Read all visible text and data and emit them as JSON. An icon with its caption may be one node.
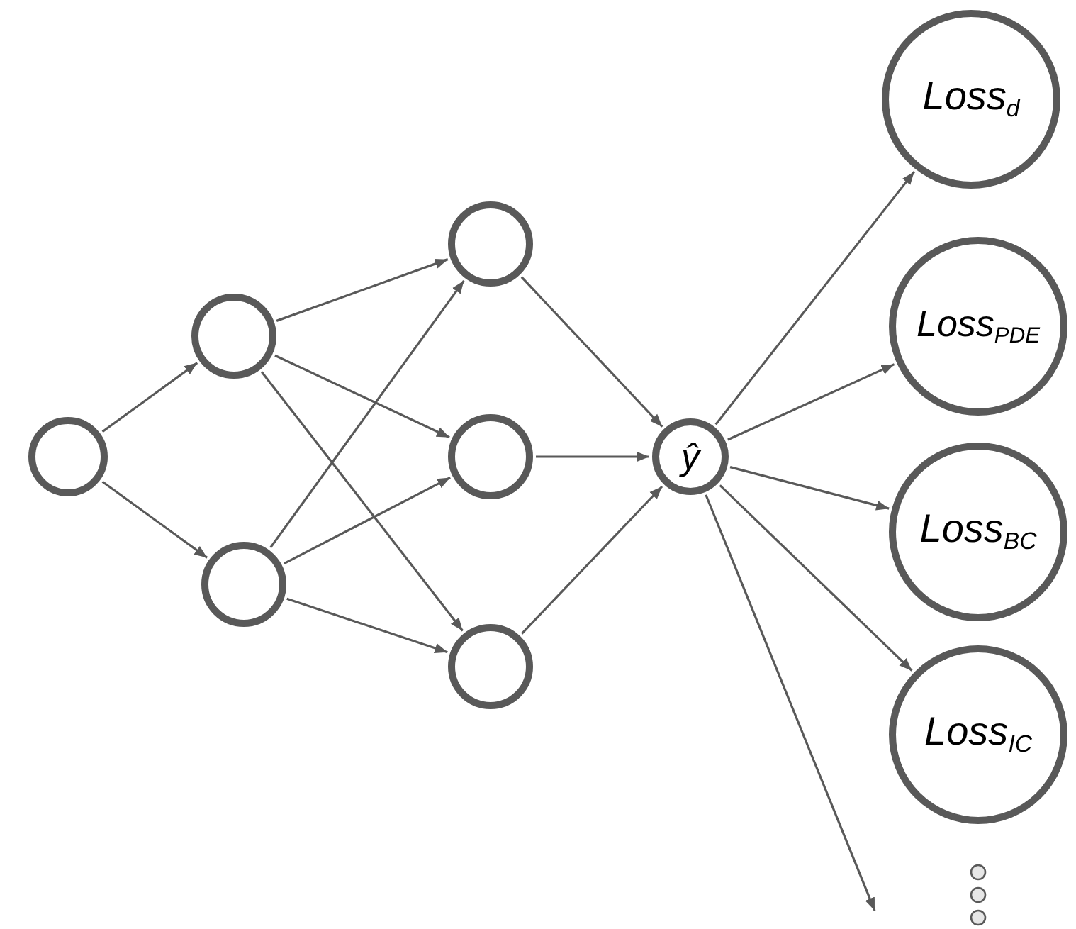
{
  "diagram": {
    "nodes": [
      {
        "text": [],
        "shape": "circle"
      },
      {
        "text": [],
        "shape": "circle"
      },
      {
        "text": [],
        "shape": "circle"
      },
      {
        "text": [],
        "shape": "circle"
      },
      {
        "text": [],
        "shape": "circle"
      },
      {
        "text": [],
        "shape": "circle"
      },
      {
        "text": [
          "ŷ"
        ]
      },
      {
        "text": [
          "Loss$_{d}$"
        ]
      },
      {
        "text": [
          "Loss$_{PDE}$"
        ]
      },
      {
        "text": [
          "Loss$_{BC}$"
        ]
      },
      {
        "text": [
          "Loss$_{IC}$"
        ]
      }
    ],
    "edges": [
      {
        "from": 0,
        "to": 1,
        "arrow": "to"
      },
      {
        "from": 0,
        "to": 2,
        "arrow": "to"
      },
      {
        "from": 1,
        "to": 3,
        "arrow": "to"
      },
      {
        "from": 1,
        "to": 4,
        "arrow": "to"
      },
      {
        "from": 1,
        "to": 5,
        "arrow": "to"
      },
      {
        "from": 2,
        "to": 3,
        "arrow": "to"
      },
      {
        "from": 2,
        "to": 4,
        "arrow": "to"
      },
      {
        "from": 2,
        "to": 5,
        "arrow": "to"
      },
      {
        "from": 3,
        "to": 6,
        "arrow": "to"
      },
      {
        "from": 4,
        "to": 6,
        "arrow": "to"
      },
      {
        "from": 5,
        "to": 6,
        "arrow": "to"
      },
      {
        "from": 6,
        "to": 7,
        "arrow": "to"
      },
      {
        "from": 6,
        "to": 8,
        "arrow": "to"
      },
      {
        "from": 6,
        "to": 9,
        "arrow": "to"
      },
      {
        "from": 6,
        "to": 10,
        "arrow": "to"
      },
      {
        "from": 6,
        "to": null,
        "arrow": "to"
      }
    ]
  }
}
